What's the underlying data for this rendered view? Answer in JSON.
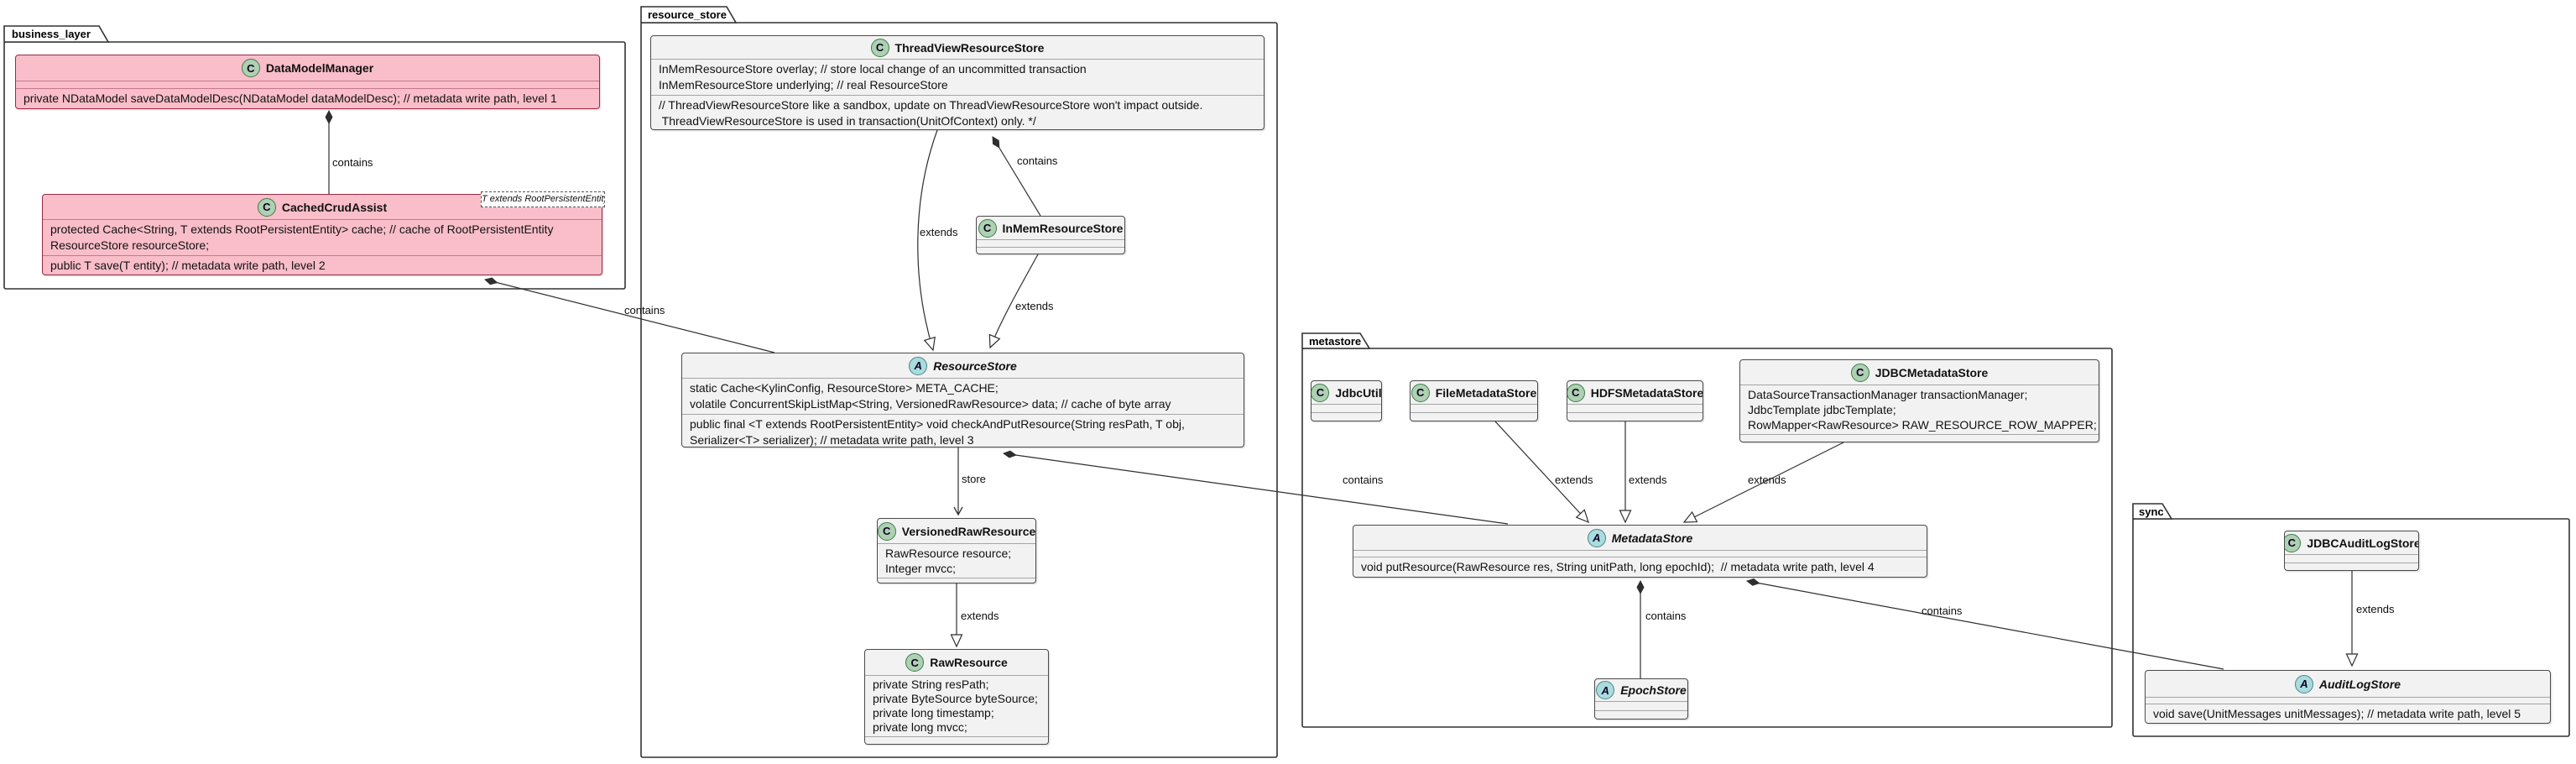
{
  "packages": {
    "business_layer": {
      "label": "business_layer"
    },
    "resource_store": {
      "label": "resource_store"
    },
    "metastore": {
      "label": "metastore"
    },
    "sync": {
      "label": "sync"
    }
  },
  "classes": {
    "dmm": {
      "icon": "C",
      "name": "DataModelManager",
      "attrs": [
        "private NDataModel saveDataModelDesc(NDataModel dataModelDesc); // metadata write path, level 1"
      ]
    },
    "cca": {
      "icon": "C",
      "name": "CachedCrudAssist",
      "generic": "T extends RootPersistentEntity",
      "attrs": [
        "protected Cache<String, T extends RootPersistentEntity> cache; // cache of RootPersistentEntity",
        "ResourceStore resourceStore;"
      ],
      "methods": [
        "public T save(T entity); // metadata write path, level 2"
      ]
    },
    "tvrs": {
      "icon": "C",
      "name": "ThreadViewResourceStore",
      "attrs": [
        "InMemResourceStore overlay; // store local change of an uncommitted transaction",
        "InMemResourceStore underlying; // real ResourceStore"
      ],
      "methods": [
        "// ThreadViewResourceStore like a sandbox, update on ThreadViewResourceStore won't impact outside.",
        " ThreadViewResourceStore is used in transaction(UnitOfContext) only. */"
      ]
    },
    "imrs": {
      "icon": "C",
      "name": "InMemResourceStore"
    },
    "rs": {
      "icon": "A",
      "name": "ResourceStore",
      "attrs": [
        "static Cache<KylinConfig, ResourceStore> META_CACHE;",
        "volatile ConcurrentSkipListMap<String, VersionedRawResource> data; // cache of byte array"
      ],
      "methods": [
        "public final <T extends RootPersistentEntity> void checkAndPutResource(String resPath, T obj,",
        "Serializer<T> serializer); // metadata write path, level 3"
      ]
    },
    "vrr": {
      "icon": "C",
      "name": "VersionedRawResource",
      "attrs": [
        "RawResource resource;",
        "Integer mvcc;"
      ]
    },
    "rr": {
      "icon": "C",
      "name": "RawResource",
      "attrs": [
        "private String resPath;",
        "private ByteSource byteSource;",
        "private long timestamp;",
        "private long mvcc;"
      ]
    },
    "jdbcutil": {
      "icon": "C",
      "name": "JdbcUtil"
    },
    "fms": {
      "icon": "C",
      "name": "FileMetadataStore"
    },
    "hdfs": {
      "icon": "C",
      "name": "HDFSMetadataStore"
    },
    "jms": {
      "icon": "C",
      "name": "JDBCMetadataStore",
      "attrs": [
        "DataSourceTransactionManager transactionManager;",
        "JdbcTemplate jdbcTemplate;",
        "RowMapper<RawResource> RAW_RESOURCE_ROW_MAPPER;"
      ]
    },
    "ms": {
      "icon": "A",
      "name": "MetadataStore",
      "methods": [
        "void putResource(RawResource res, String unitPath, long epochId);  // metadata write path, level 4"
      ]
    },
    "es": {
      "icon": "A",
      "name": "EpochStore"
    },
    "als": {
      "icon": "A",
      "name": "AuditLogStore",
      "methods": [
        "void save(UnitMessages unitMessages); // metadata write path, level 5"
      ]
    },
    "jals": {
      "icon": "C",
      "name": "JDBCAuditLogStore"
    }
  },
  "edge_labels": {
    "dmm_contains": "contains",
    "rs_contains": "contains",
    "tv_extends": "extends",
    "inmem_contains": "contains",
    "inmem_extends": "extends",
    "store": "store",
    "vrr_extends": "extends",
    "ms_contains": "contains",
    "fms_extends": "extends",
    "hdfs_extends": "extends",
    "jms_extends": "extends",
    "es_contains": "contains",
    "als_contains": "contains",
    "jals_extends": "extends"
  }
}
